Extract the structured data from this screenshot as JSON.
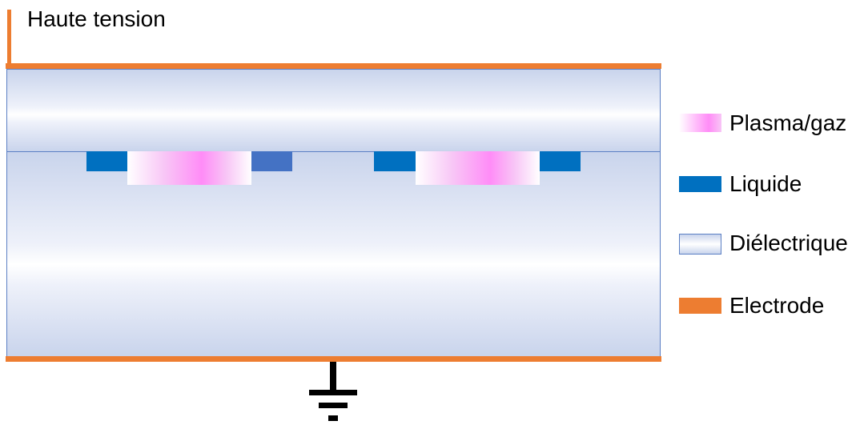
{
  "diagram": {
    "high_voltage_label": "Haute tension",
    "channels": [
      {
        "content": [
          "liquid",
          "plasma",
          "liquid"
        ]
      },
      {
        "content": [
          "liquid",
          "plasma",
          "liquid"
        ]
      }
    ],
    "colors": {
      "electrode": "#ED7D31",
      "liquid": "#0070C0",
      "plasma": "#FF8CF7",
      "dielectric": "#C9D4EC",
      "dielectric_border": "#5B7FC4"
    }
  },
  "legend": {
    "items": [
      {
        "label": "Plasma/gaz",
        "icon": "plasma-swatch"
      },
      {
        "label": "Liquide",
        "icon": "liquid-swatch"
      },
      {
        "label": "Diélectrique",
        "icon": "dielectric-swatch"
      },
      {
        "label": "Electrode",
        "icon": "electrode-swatch"
      }
    ]
  }
}
